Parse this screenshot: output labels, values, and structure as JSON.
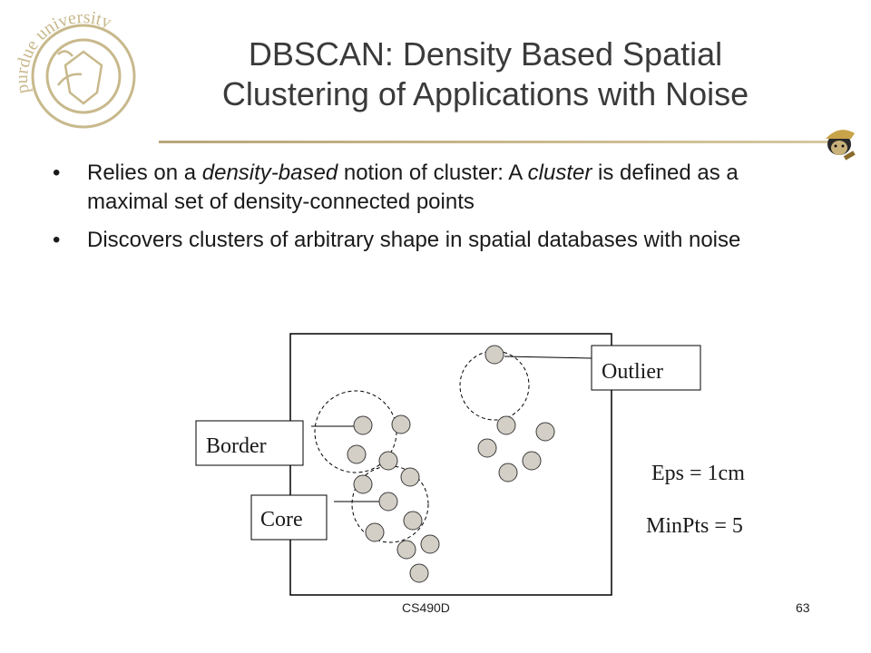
{
  "slide": {
    "title_line1": "DBSCAN: Density Based Spatial",
    "title_line2": "Clustering of Applications with Noise",
    "bullet1": {
      "p1": "Relies on a ",
      "p2": "density-based",
      "p3": " notion of cluster:  A ",
      "p4": "cluster",
      "p5": " is defined as a maximal set of density-connected points"
    },
    "bullet2": "Discovers clusters of arbitrary shape in spatial databases with noise",
    "bullet_glyph": "•",
    "logo_icon": "purdue-university-seal-icon",
    "mascot_icon": "purdue-pete-mascot-icon"
  },
  "diagram": {
    "labels": {
      "outlier": "Outlier",
      "border": "Border",
      "core": "Core"
    },
    "params": {
      "eps": "Eps = 1cm",
      "minpts": "MinPts = 5"
    },
    "colors": {
      "point_fill": "#d4cfc6",
      "point_stroke": "#3a3a3a",
      "frame": "#000000"
    }
  },
  "footer": {
    "course": "CS490D",
    "page": "63"
  }
}
